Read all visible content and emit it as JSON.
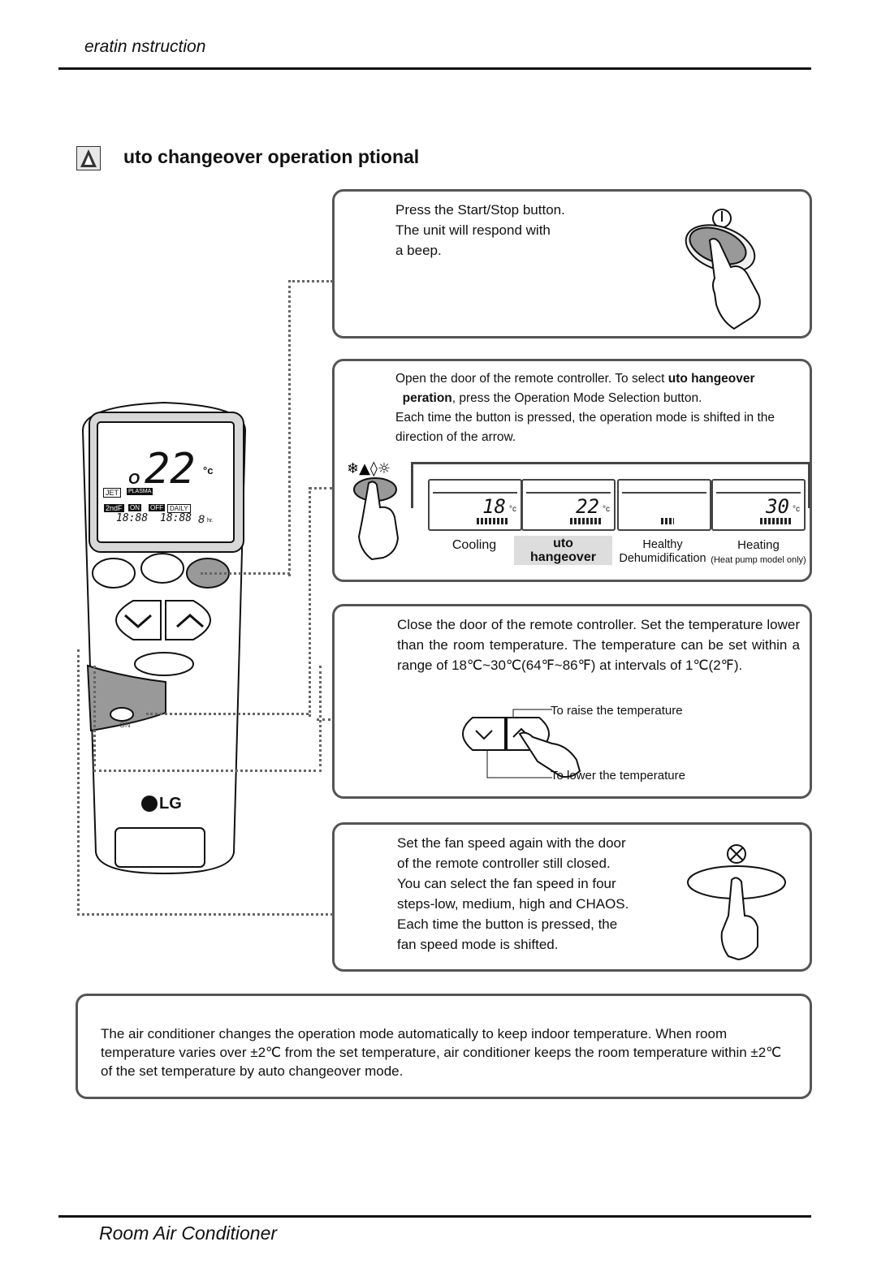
{
  "header": {
    "title": "eratin    nstruction"
  },
  "section": {
    "title": "uto changeover operation    ptional"
  },
  "step1": {
    "text": "Press the Start/Stop button.\nThe unit will respond with\na beep."
  },
  "step2": {
    "line1_a": "Open the door of the remote controller. To select ",
    "line1_b": "uto    hangeover",
    "line2_a": "peration",
    "line2_b": ", press the Operation Mode Selection button.",
    "line3": "Each time the button is pressed, the operation mode is shifted in the direction of the arrow.",
    "modes": [
      {
        "label": "Cooling",
        "display": "18",
        "unit": "°c"
      },
      {
        "label": "uto\nhangeover",
        "display": "22",
        "unit": "°c"
      },
      {
        "label": "Healthy\nDehumidification",
        "display": "",
        "unit": ""
      },
      {
        "label": "Heating",
        "sub": "(Heat pump model only)",
        "display": "30",
        "unit": "°c"
      }
    ]
  },
  "step3": {
    "text": "Close the door of the remote controller. Set the temperature lower than the room temperature. The temperature can be set within a range of 18℃~30℃(64℉~86℉) at intervals of 1℃(2℉).",
    "raise_label": "To raise the temperature",
    "lower_label": "To lower the temperature"
  },
  "step4": {
    "text": "Set the fan speed again with the door\nof the remote controller still closed.\nYou can select the fan speed in four\nsteps-low, medium, high and CHAOS.\nEach time the button is pressed, the\nfan speed mode is shifted."
  },
  "note": {
    "text": "The air conditioner changes the operation mode automatically to keep indoor temperature. When room temperature varies over ±2℃ from the set temperature, air conditioner keeps the room temperature within ±2℃ of the set temperature by auto changeover mode."
  },
  "remote": {
    "display_temp": "22",
    "display_unit": "°c",
    "o2": "O",
    "jet": "JET",
    "plasma": "PLASMA",
    "on": "ON",
    "off": "OFF",
    "daily": "DAILY",
    "time1": "18:88",
    "time2": "18:88",
    "hr": "8",
    "hr_unit": "hr.",
    "brand": "LG",
    "ndf": "2ndF",
    "on_label": "ON"
  },
  "footer": {
    "title": "Room Air Conditioner"
  }
}
